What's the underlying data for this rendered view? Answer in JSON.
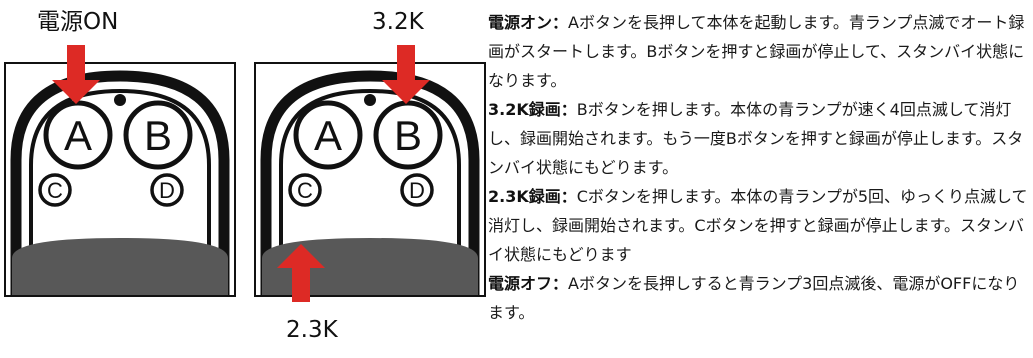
{
  "figure": {
    "left_label": "電源ON",
    "right_top_label": "3.2K",
    "right_bottom_label": "2.3K",
    "buttons": {
      "a": "A",
      "b": "B",
      "c": "C",
      "d": "D"
    },
    "colors": {
      "arrow": "#dd2a25",
      "body_fill": "#585858",
      "outline": "#111111"
    }
  },
  "instructions": [
    {
      "title": "電源オン：",
      "body": "Aボタンを長押して本体を起動します。青ランプ点滅でオート録画がスタートします。Bボタンを押すと録画が停止して、スタンバイ状態になります。"
    },
    {
      "title": "3.2K録画：",
      "body": "Bボタンを押します。本体の青ランプが速く4回点滅して消灯し、録画開始されます。もう一度Bボタンを押すと録画が停止します。スタンバイ状態にもどります。"
    },
    {
      "title": "2.3K録画：",
      "body": "Cボタンを押します。本体の青ランプが5回、ゆっくり点滅して消灯し、録画開始されます。Cボタンを押すと録画が停止します。スタンバイ状態にもどります"
    },
    {
      "title": "電源オフ：",
      "body": "Aボタンを長押しすると青ランプ3回点滅後、電源がOFFになります。"
    }
  ]
}
